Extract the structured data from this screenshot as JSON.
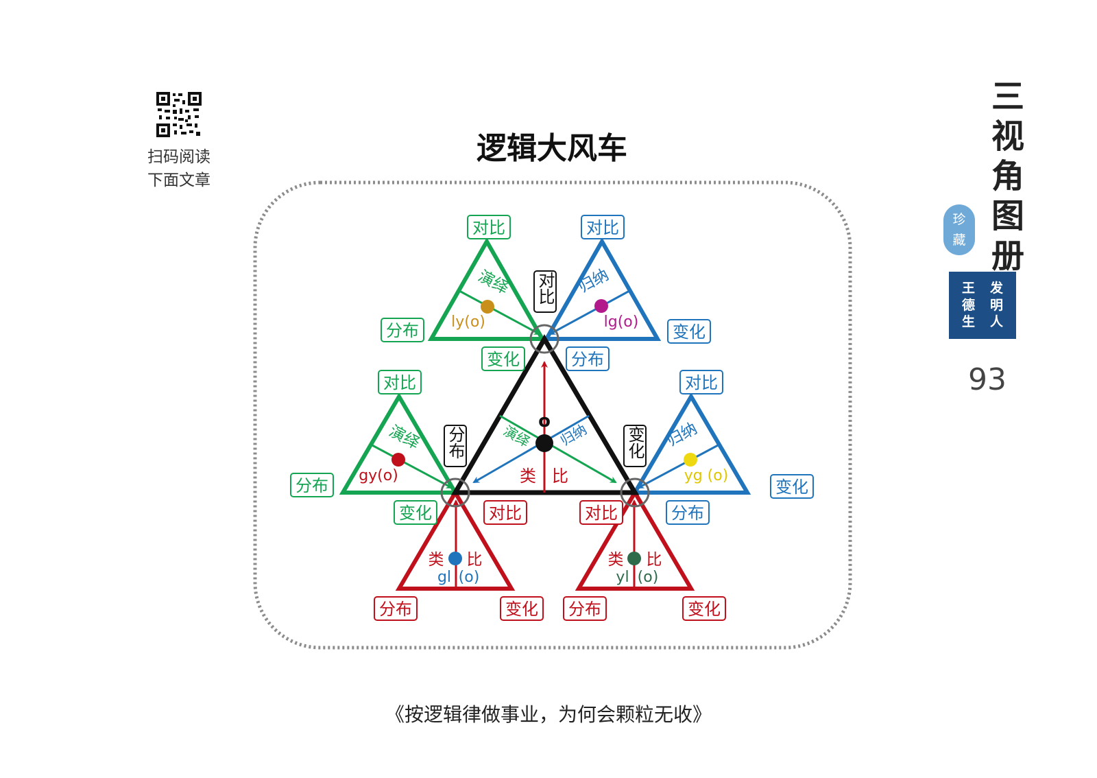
{
  "qr_caption": [
    "扫码阅读",
    "下面文章"
  ],
  "title": "逻辑大风车",
  "footer_caption": "《按逻辑律做事业，为何会颗粒无收》",
  "book": {
    "title_chars": [
      "三",
      "视",
      "角",
      "图",
      "册"
    ],
    "seal_round": [
      "珍",
      "藏"
    ],
    "seal_square": [
      "王",
      "发",
      "德",
      "明",
      "生",
      "人"
    ],
    "page_number": "93"
  },
  "colors": {
    "green": "#15a552",
    "blue": "#1f74bb",
    "red": "#c0101b",
    "black": "#111111"
  },
  "center": {
    "node": "o",
    "tag_top": "对比",
    "tag_left": "分布",
    "tag_right": "变化",
    "label_yanyi": "演绎",
    "label_guina": "归纳",
    "label_lei": "类",
    "label_bi": "比"
  },
  "ly": {
    "node": "ly(o)",
    "inner": "演绎",
    "tag_top": "对比",
    "tag_left": "分布",
    "tag_bottom": "变化"
  },
  "lg": {
    "node": "lg(o)",
    "inner": "归纳",
    "tag_top": "对比",
    "tag_right": "变化",
    "tag_bottom": "分布"
  },
  "gy": {
    "node": "gy(o)",
    "inner": "演绎",
    "tag_top": "对比",
    "tag_left": "分布",
    "tag_bottom": "变化"
  },
  "yg": {
    "node": "yg (o)",
    "inner": "归纳",
    "tag_top": "对比",
    "tag_right": "变化",
    "tag_bottom": "分布"
  },
  "gl": {
    "node_g": "gl",
    "node_o": "(o)",
    "lei": "类",
    "bi": "比",
    "tag_top": "对比",
    "tag_left": "分布",
    "tag_right": "变化"
  },
  "yl": {
    "node_g": "yl",
    "node_o": "(o)",
    "lei": "类",
    "bi": "比",
    "tag_top": "对比",
    "tag_left": "分布",
    "tag_right": "变化"
  }
}
